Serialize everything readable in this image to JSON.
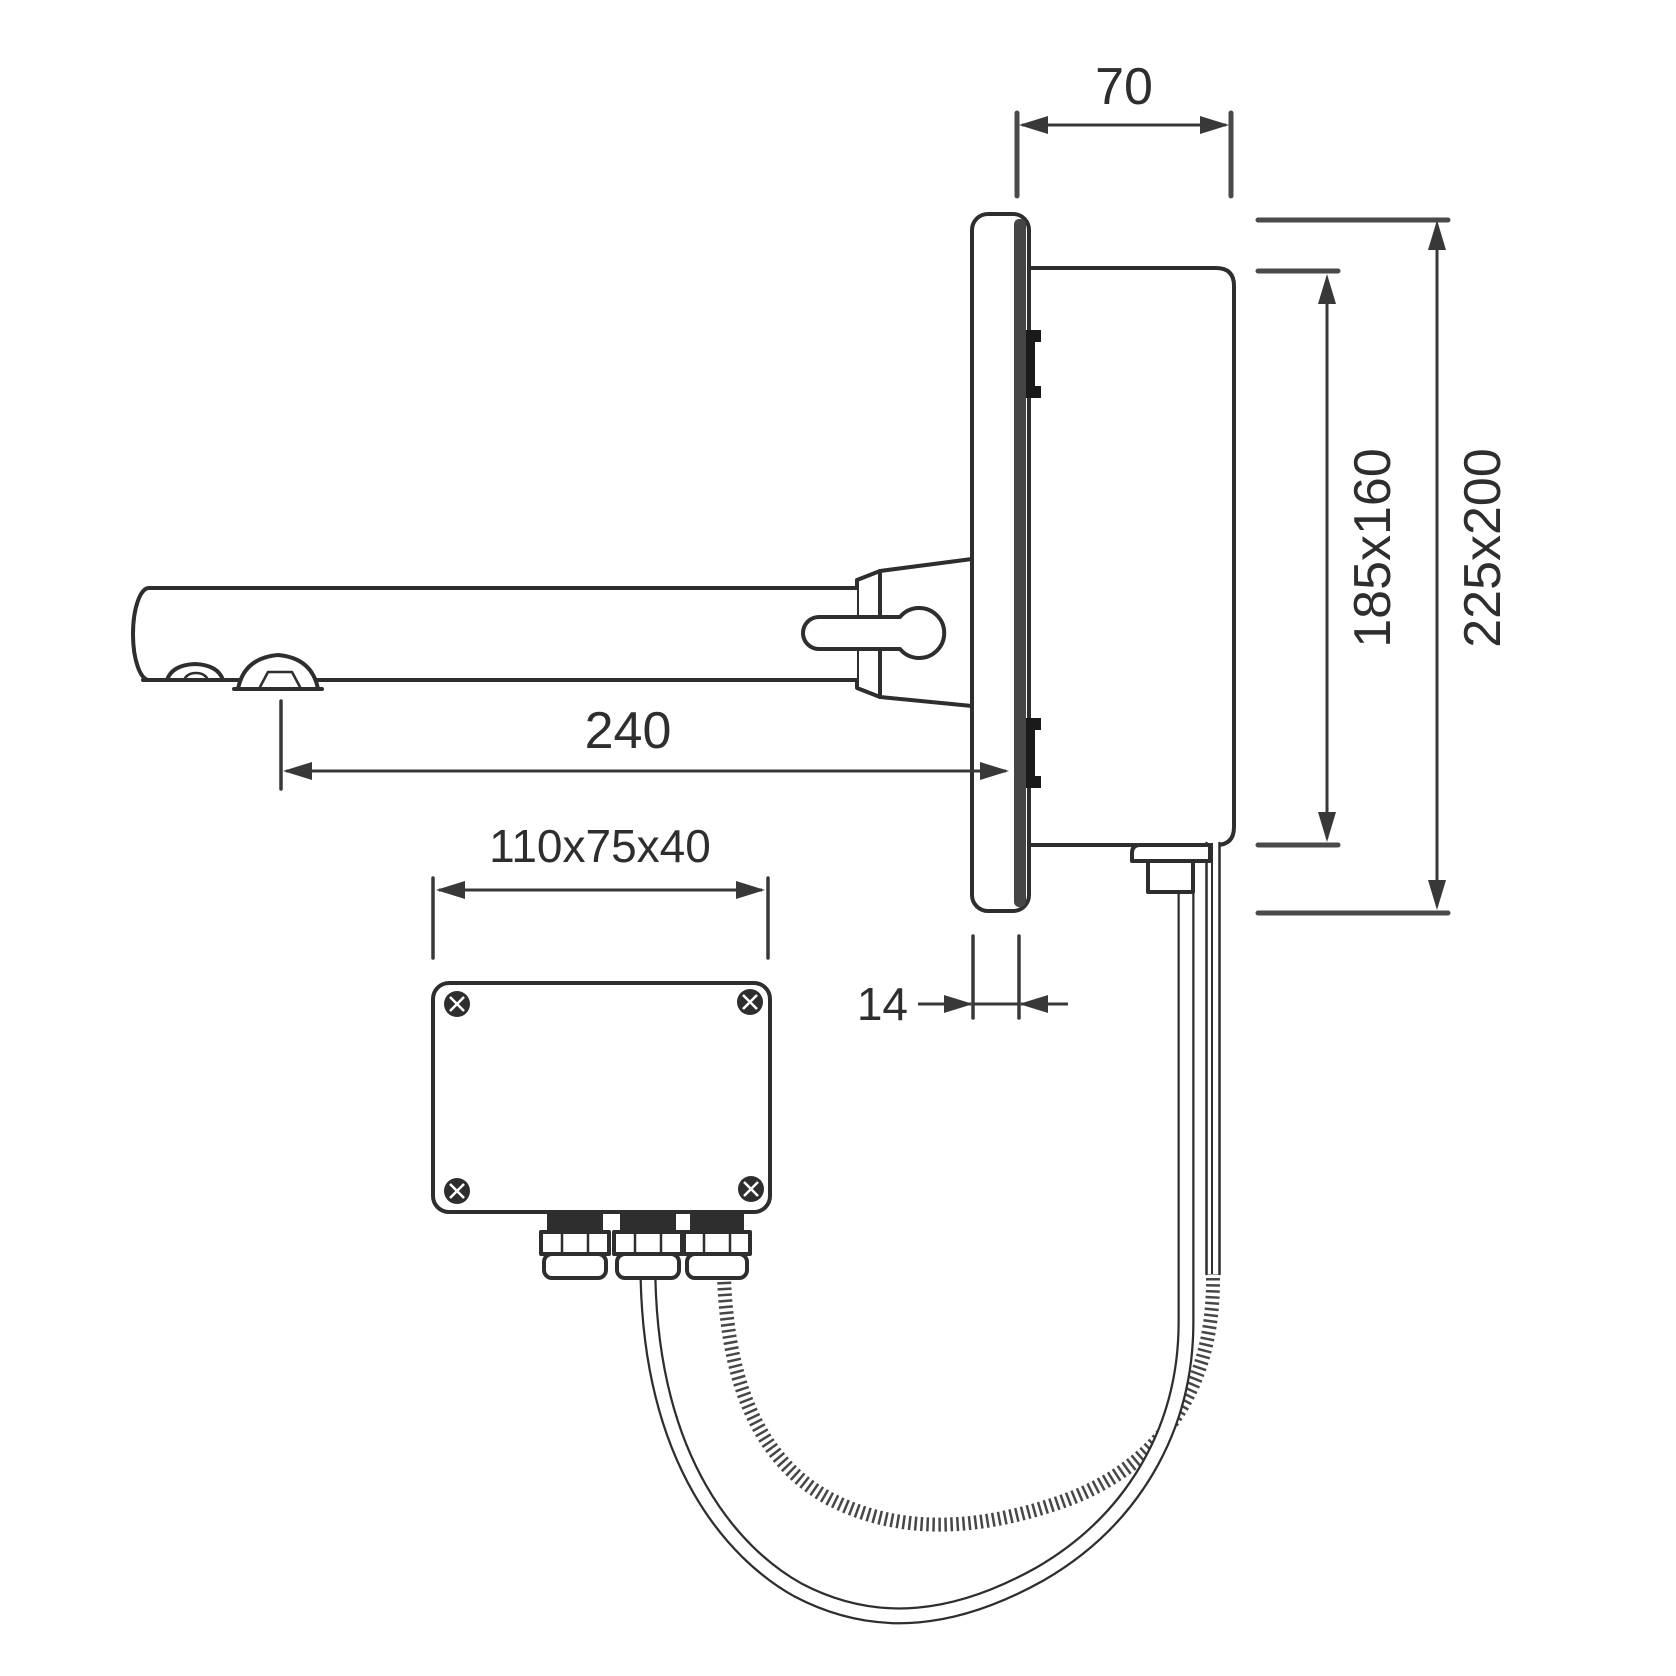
{
  "drawing": {
    "type": "technical-dimension-diagram",
    "subject": "wall-mounted sensor faucet with control box and junction box, side view"
  },
  "dims": {
    "box_depth": "70",
    "inner_height": "185x160",
    "outer_height": "225x200",
    "spout_reach": "240",
    "junction_box_size": "110x75x40",
    "plate_thickness": "14"
  },
  "colors": {
    "line": "#2e2e2e",
    "dim": "#383838",
    "plate_edge": "#454545",
    "background": "#ffffff"
  }
}
